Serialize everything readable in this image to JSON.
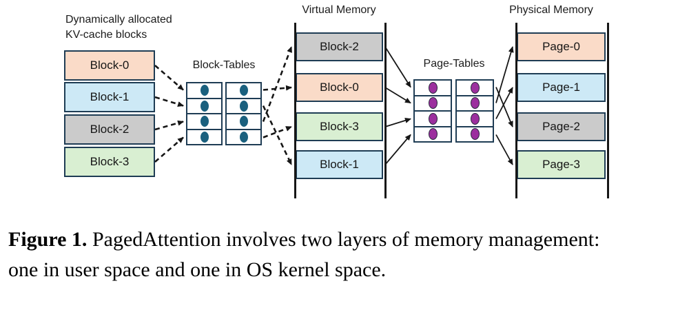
{
  "diagram": {
    "kv_label_line1": "Dynamically allocated",
    "kv_label_line2": "KV-cache blocks",
    "block_tables_title": "Block-Tables",
    "virtual_memory_title": "Virtual Memory",
    "page_tables_title": "Page-Tables",
    "physical_memory_title": "Physical Memory",
    "kv_blocks": [
      {
        "label": "Block-0",
        "color": "#fadbc8"
      },
      {
        "label": "Block-1",
        "color": "#cde9f6"
      },
      {
        "label": "Block-2",
        "color": "#cbcbcb"
      },
      {
        "label": "Block-3",
        "color": "#d9efd2"
      }
    ],
    "virtual_memory_slots": [
      {
        "label": "Block-2",
        "color": "#cbcbcb"
      },
      {
        "label": "Block-0",
        "color": "#fadbc8"
      },
      {
        "label": "Block-3",
        "color": "#d9efd2"
      },
      {
        "label": "Block-1",
        "color": "#cde9f6"
      }
    ],
    "physical_memory_slots": [
      {
        "label": "Page-0",
        "color": "#fadbc8"
      },
      {
        "label": "Page-1",
        "color": "#cde9f6"
      },
      {
        "label": "Page-2",
        "color": "#cbcbcb"
      },
      {
        "label": "Page-3",
        "color": "#d9efd2"
      }
    ],
    "block_table": {
      "rows": 4,
      "cols": 2,
      "dot_color": "#1a607e"
    },
    "page_table": {
      "rows": 4,
      "cols": 2,
      "dot_color": "#9c2f9e"
    },
    "connections": {
      "kv_to_block_table": [
        [
          0,
          0
        ],
        [
          1,
          1
        ],
        [
          2,
          2
        ],
        [
          3,
          3
        ]
      ],
      "block_table_to_virtual": [
        [
          0,
          1
        ],
        [
          1,
          3
        ],
        [
          2,
          0
        ],
        [
          3,
          2
        ]
      ],
      "virtual_to_page_table": [
        [
          0,
          0
        ],
        [
          1,
          1
        ],
        [
          2,
          2
        ],
        [
          3,
          3
        ]
      ],
      "page_table_to_physical": [
        [
          0,
          2
        ],
        [
          1,
          0
        ],
        [
          2,
          1
        ],
        [
          3,
          3
        ]
      ]
    },
    "colors": {
      "border": "#1e3c54",
      "line": "#161616"
    }
  },
  "caption": {
    "label": "Figure 1.",
    "text": "PagedAttention involves two layers of memory management: one in user space and one in OS kernel space."
  }
}
